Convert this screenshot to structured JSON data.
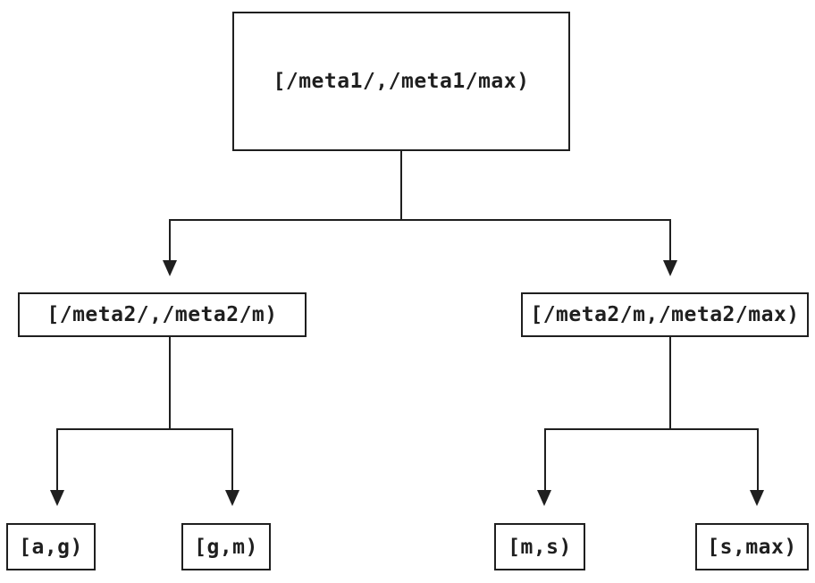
{
  "colors": {
    "line": "#1f1f1f",
    "text": "#1f1f1f",
    "background": "#ffffff"
  },
  "tree": {
    "root": {
      "label": "[/meta1/,/meta1/max)"
    },
    "children": [
      {
        "label": "[/meta2/,/meta2/m)",
        "children": [
          {
            "label": "[a,g)"
          },
          {
            "label": "[g,m)"
          }
        ]
      },
      {
        "label": "[/meta2/m,/meta2/max)",
        "children": [
          {
            "label": "[m,s)"
          },
          {
            "label": "[s,max)"
          }
        ]
      }
    ]
  }
}
